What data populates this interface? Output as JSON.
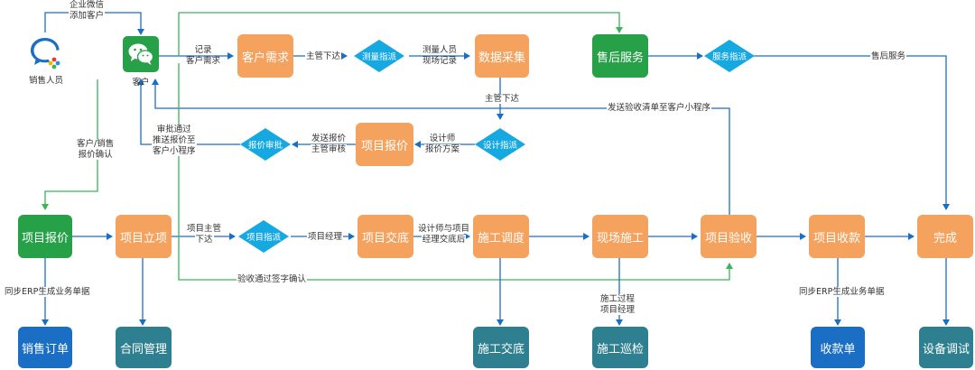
{
  "actors": {
    "sales": "销售人员",
    "customer": "客户"
  },
  "nodes": {
    "customer_demand": "客户需求",
    "data_collection": "数据采集",
    "after_sales": "售后服务",
    "project_quote_mid": "项目报价",
    "project_quote_left": "项目报价",
    "project_setup": "项目立项",
    "project_handover": "项目交底",
    "construction_dispatch": "施工调度",
    "onsite_construction": "现场施工",
    "project_acceptance": "项目验收",
    "project_payment": "项目收款",
    "complete": "完成",
    "sales_order": "销售订单",
    "contract_mgmt": "合同管理",
    "construction_handover": "施工交底",
    "construction_inspection": "施工巡检",
    "payment_receipt": "收款单",
    "equipment_debug": "设备调试"
  },
  "decisions": {
    "survey_assign": "测量指派",
    "after_sales_assign": "服务指派",
    "design_assign": "设计指派",
    "quote_approval": "报价审批",
    "project_assign": "项目指派"
  },
  "edge_labels": {
    "wecom_add": [
      "企业微信",
      "添加客户"
    ],
    "record_demand": [
      "记录",
      "客户需求"
    ],
    "manager_issue_1": [
      "主管下达"
    ],
    "surveyor_record": [
      "测量人员",
      "现场记录"
    ],
    "after_sales_service": [
      "售后服务"
    ],
    "manager_issue_2": [
      "主管下达"
    ],
    "send_checklist": [
      "发送验收清单至客户小程序"
    ],
    "designer_quote": [
      "设计师",
      "报价方案"
    ],
    "send_quote_review": [
      "发送报价",
      "主管审核"
    ],
    "approved_push": [
      "审批通过",
      "推送报价至",
      "客户小程序"
    ],
    "customer_sales_confirm": [
      "客户/销售",
      "报价确认"
    ],
    "sync_erp_left": [
      "同步ERP生成业务单据"
    ],
    "pm_issue": [
      "项目主管",
      "下达"
    ],
    "project_manager": [
      "项目经理"
    ],
    "designer_pm_handover": [
      "设计师与项目",
      "经理交底后"
    ],
    "sign_confirm": [
      "验收通过签字确认"
    ],
    "process_pm": [
      "施工过程",
      "项目经理"
    ],
    "sync_erp_right": [
      "同步ERP生成业务单据"
    ]
  },
  "colors": {
    "orange": "#f4a25e",
    "green": "#26a148",
    "diamond": "#16a8e0",
    "blue_arrow": "#1a6fc4",
    "green_line": "#3cb45a",
    "gray_line": "#9a9a9a",
    "dark_blue_box": "#1a6fc4",
    "teal_box": "#2e7f8f"
  }
}
